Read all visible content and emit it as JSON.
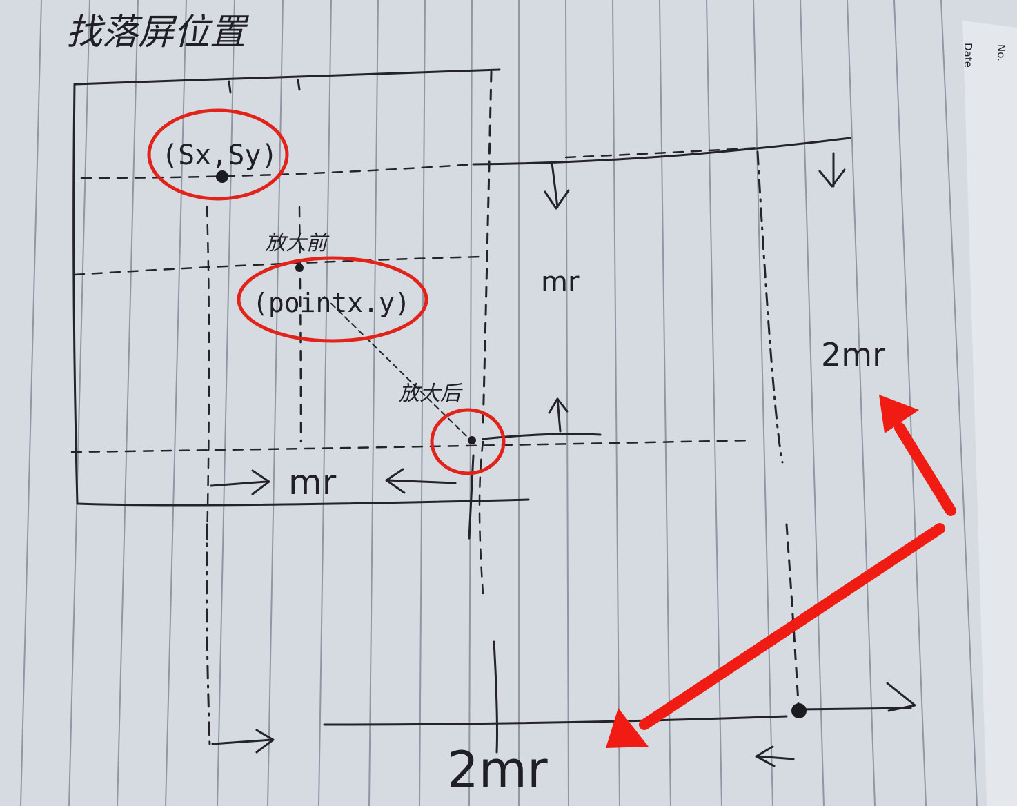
{
  "title": "找落屏位置",
  "header": {
    "date_label": "Date",
    "no_label": "No."
  },
  "annotations": {
    "start_point": "(Sx,Sy)",
    "before_label": "放大前",
    "point_label": "(pointx.y)",
    "after_label": "放大后",
    "mr_vertical": "mr",
    "mr_horizontal": "mr",
    "two_mr_right": "2mr",
    "two_mr_bottom": "2mr"
  },
  "colors": {
    "ink": "#232328",
    "highlight": "#e2231a",
    "paper": "#d7dce2",
    "rule": "#8e97a3"
  }
}
